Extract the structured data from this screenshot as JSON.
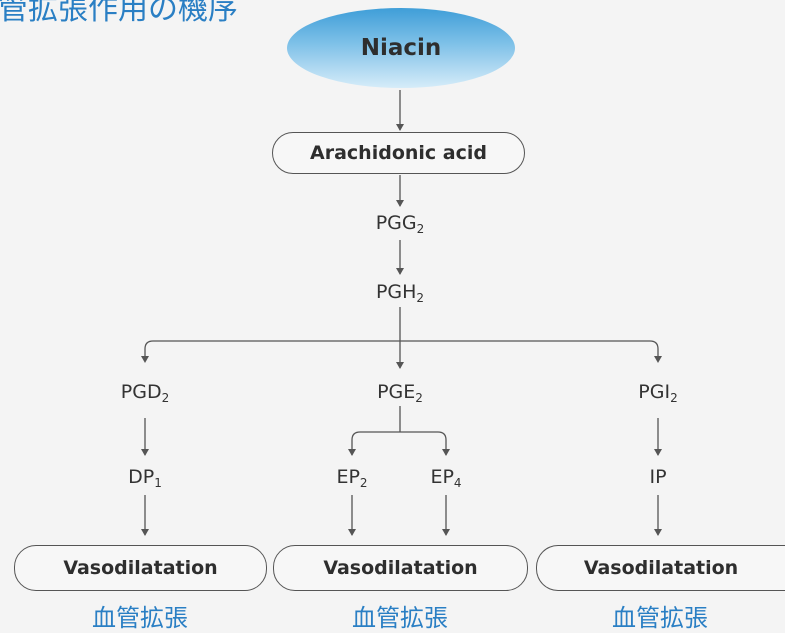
{
  "title": "管拡張作用の機序",
  "niacin": "Niacin",
  "arachidonic_acid": "Arachidonic acid",
  "pgg": {
    "base": "PGG",
    "sub": "2"
  },
  "pgh": {
    "base": "PGH",
    "sub": "2"
  },
  "branches": {
    "left": {
      "prostaglandin": {
        "base": "PGD",
        "sub": "2"
      },
      "receptor": {
        "base": "DP",
        "sub": "1"
      }
    },
    "middle": {
      "prostaglandin": {
        "base": "PGE",
        "sub": "2"
      },
      "receptor_a": {
        "base": "EP",
        "sub": "2"
      },
      "receptor_b": {
        "base": "EP",
        "sub": "4"
      }
    },
    "right": {
      "prostaglandin": {
        "base": "PGI",
        "sub": "2"
      },
      "receptor": {
        "base": "IP"
      }
    }
  },
  "vasodilatation": "Vasodilatation",
  "vasodilatation_jp": "血管拡張",
  "colors": {
    "accent": "#2a7fc4",
    "line": "#555555"
  }
}
